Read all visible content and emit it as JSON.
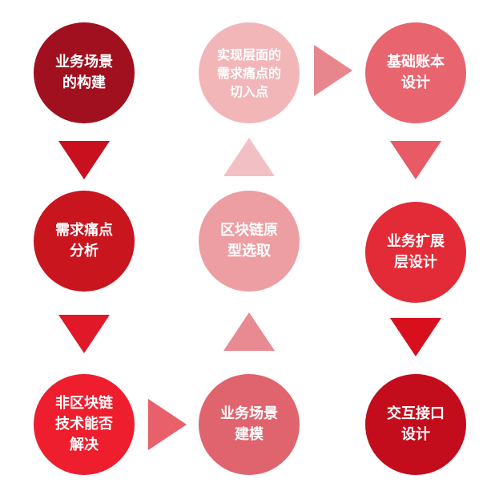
{
  "nodes": [
    {
      "id": "scene-construction",
      "label": "业务场景\n的构建",
      "color": "#a0101e"
    },
    {
      "id": "pain-point-analysis",
      "label": "需求痛点\n分析",
      "color": "#c8151e"
    },
    {
      "id": "non-blockchain-solution",
      "label": "非区块链\n技术能否\n解决",
      "color": "#ee1e2e"
    },
    {
      "id": "scene-modeling",
      "label": "业务场景\n建模",
      "color": "#e0646e"
    },
    {
      "id": "prototype-selection",
      "label": "区块链原\n型选取",
      "color": "#ec9ea3"
    },
    {
      "id": "implementation-entry",
      "label": "实现层面的\n需求痛点的\n切入点",
      "color": "#f2b6b9"
    },
    {
      "id": "base-ledger-design",
      "label": "基础账本\n设计",
      "color": "#e8656f"
    },
    {
      "id": "extension-layer-design",
      "label": "业务扩展\n层设计",
      "color": "#e32a37"
    },
    {
      "id": "interaction-interface-design",
      "label": "交互接口\n设计",
      "color": "#c30c1c"
    }
  ],
  "arrows": [
    {
      "id": "arrow-scene-to-pain",
      "direction": "down",
      "color": "#c8101e"
    },
    {
      "id": "arrow-pain-to-nonblockchain",
      "direction": "down",
      "color": "#e01828"
    },
    {
      "id": "arrow-nonblockchain-to-modeling",
      "direction": "right",
      "color": "#e8606a"
    },
    {
      "id": "arrow-modeling-to-prototype",
      "direction": "up",
      "color": "#e88a92"
    },
    {
      "id": "arrow-prototype-to-entry",
      "direction": "up",
      "color": "#f2c0c4"
    },
    {
      "id": "arrow-entry-to-ledger",
      "direction": "right",
      "color": "#e8868e"
    },
    {
      "id": "arrow-ledger-to-extension",
      "direction": "down",
      "color": "#e85a66"
    },
    {
      "id": "arrow-extension-to-interface",
      "direction": "down",
      "color": "#d8101e"
    }
  ]
}
